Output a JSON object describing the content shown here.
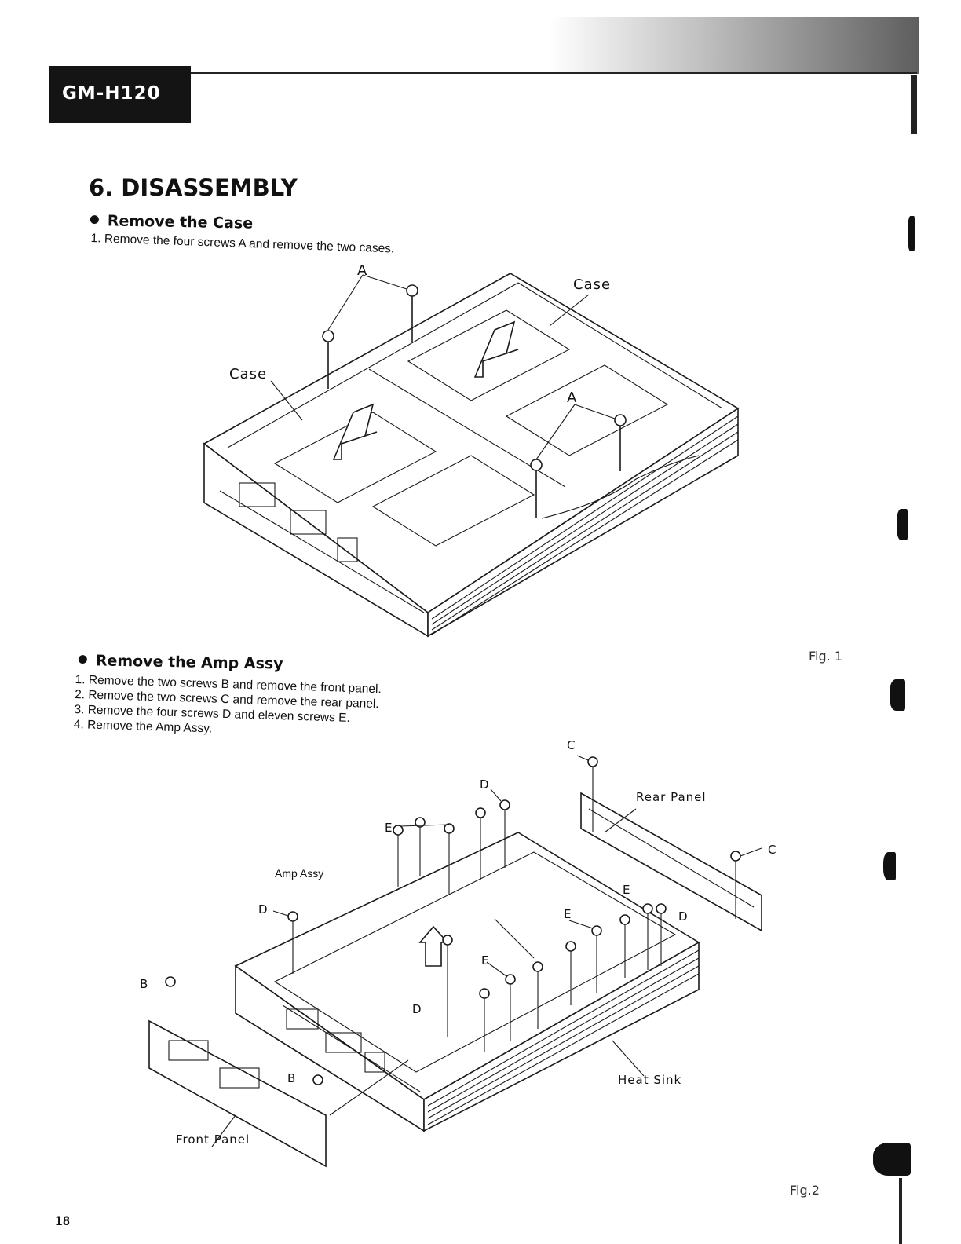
{
  "header": {
    "model": "GM-H120"
  },
  "section": {
    "title": "6. DISASSEMBLY"
  },
  "case_removal": {
    "heading": "Remove the Case",
    "steps": [
      "1.  Remove the four screws A and remove the two cases."
    ],
    "labels": {
      "screw_a_top": "A",
      "screw_a_bottom": "A",
      "case_left": "Case",
      "case_right": "Case"
    },
    "figure": "Fig. 1"
  },
  "amp_removal": {
    "heading": "Remove the Amp Assy",
    "steps": [
      "1.  Remove the two screws B and remove the front panel.",
      "2.  Remove the two screws C and remove the rear panel.",
      "3.  Remove the four screws D and eleven screws E.",
      "4.  Remove the Amp Assy."
    ],
    "labels": {
      "c_top": "C",
      "c_right": "C",
      "d_top": "D",
      "d_left": "D",
      "d_right": "D",
      "d_bottom": "D",
      "e_top": "E",
      "e_right_top": "E",
      "e_right": "E",
      "e_center": "E",
      "b_left": "B",
      "b_bottom": "B",
      "rear_panel": "Rear Panel",
      "amp_assy": "Amp Assy",
      "heat_sink": "Heat Sink",
      "front_panel": "Front Panel"
    },
    "figure": "Fig.2"
  },
  "footer": {
    "page_number": "18"
  }
}
